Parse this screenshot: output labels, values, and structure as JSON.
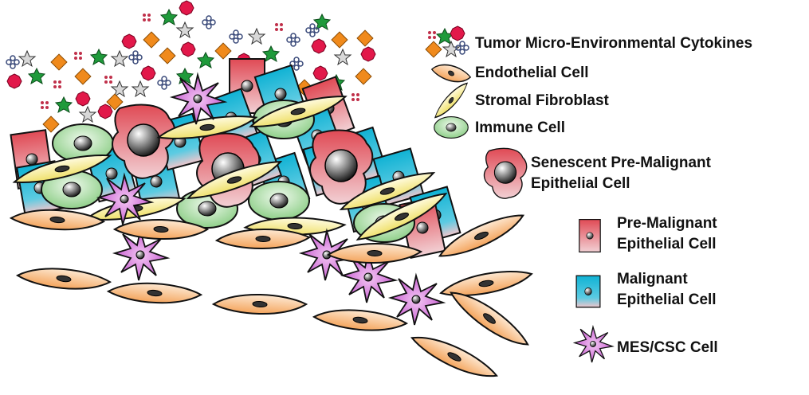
{
  "legend": {
    "cytokines": "Tumor Micro-Environmental Cytokines",
    "endothelial": "Endothelial Cell",
    "stromal": "Stromal Fibroblast",
    "immune": "Immune Cell",
    "senescent_line1": "Senescent Pre-Malignant",
    "senescent_line2": "Epithelial Cell",
    "premalignant_line1": "Pre-Malignant",
    "premalignant_line2": "Epithelial Cell",
    "malignant_line1": "Malignant",
    "malignant_line2": "Epithelial Cell",
    "mes_csc": "MES/CSC Cell"
  },
  "colors": {
    "endothelial": "#f4b06e",
    "stromal": "#f2e77a",
    "immune": "#9fd69a",
    "premalignant": "#e4555d",
    "malignant": "#17b3d2",
    "mes_csc": "#c552d0",
    "cytokine_red": "#e2184a",
    "cytokine_green": "#1f9a3b",
    "cytokine_orange": "#f08a1c",
    "cytokine_blue": "#4a5c8a"
  }
}
